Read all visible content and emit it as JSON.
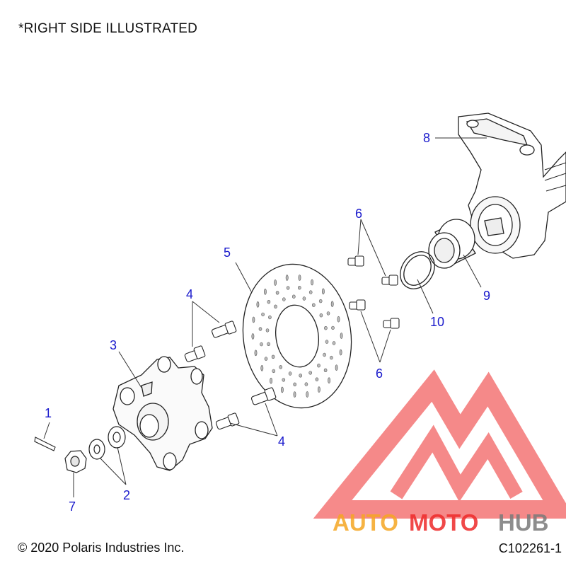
{
  "header": {
    "note": "*RIGHT SIDE ILLUSTRATED"
  },
  "footer": {
    "copyright": "© 2020 Polaris Industries Inc.",
    "part_number": "C102261-1"
  },
  "callouts": {
    "c1": "1",
    "c2": "2",
    "c3": "3",
    "c4a": "4",
    "c4b": "4",
    "c5": "5",
    "c6a": "6",
    "c6b": "6",
    "c7": "7",
    "c8": "8",
    "c9": "9",
    "c10": "10"
  },
  "watermark": {
    "auto": "AUTO",
    "moto": "MOTO",
    "hub": "HUB"
  },
  "colors": {
    "callout": "#1a1acc",
    "line": "#333333",
    "watermark_red": "#ee2a2a",
    "watermark_orange": "#f5a623",
    "watermark_gray": "#7a7a7a"
  }
}
